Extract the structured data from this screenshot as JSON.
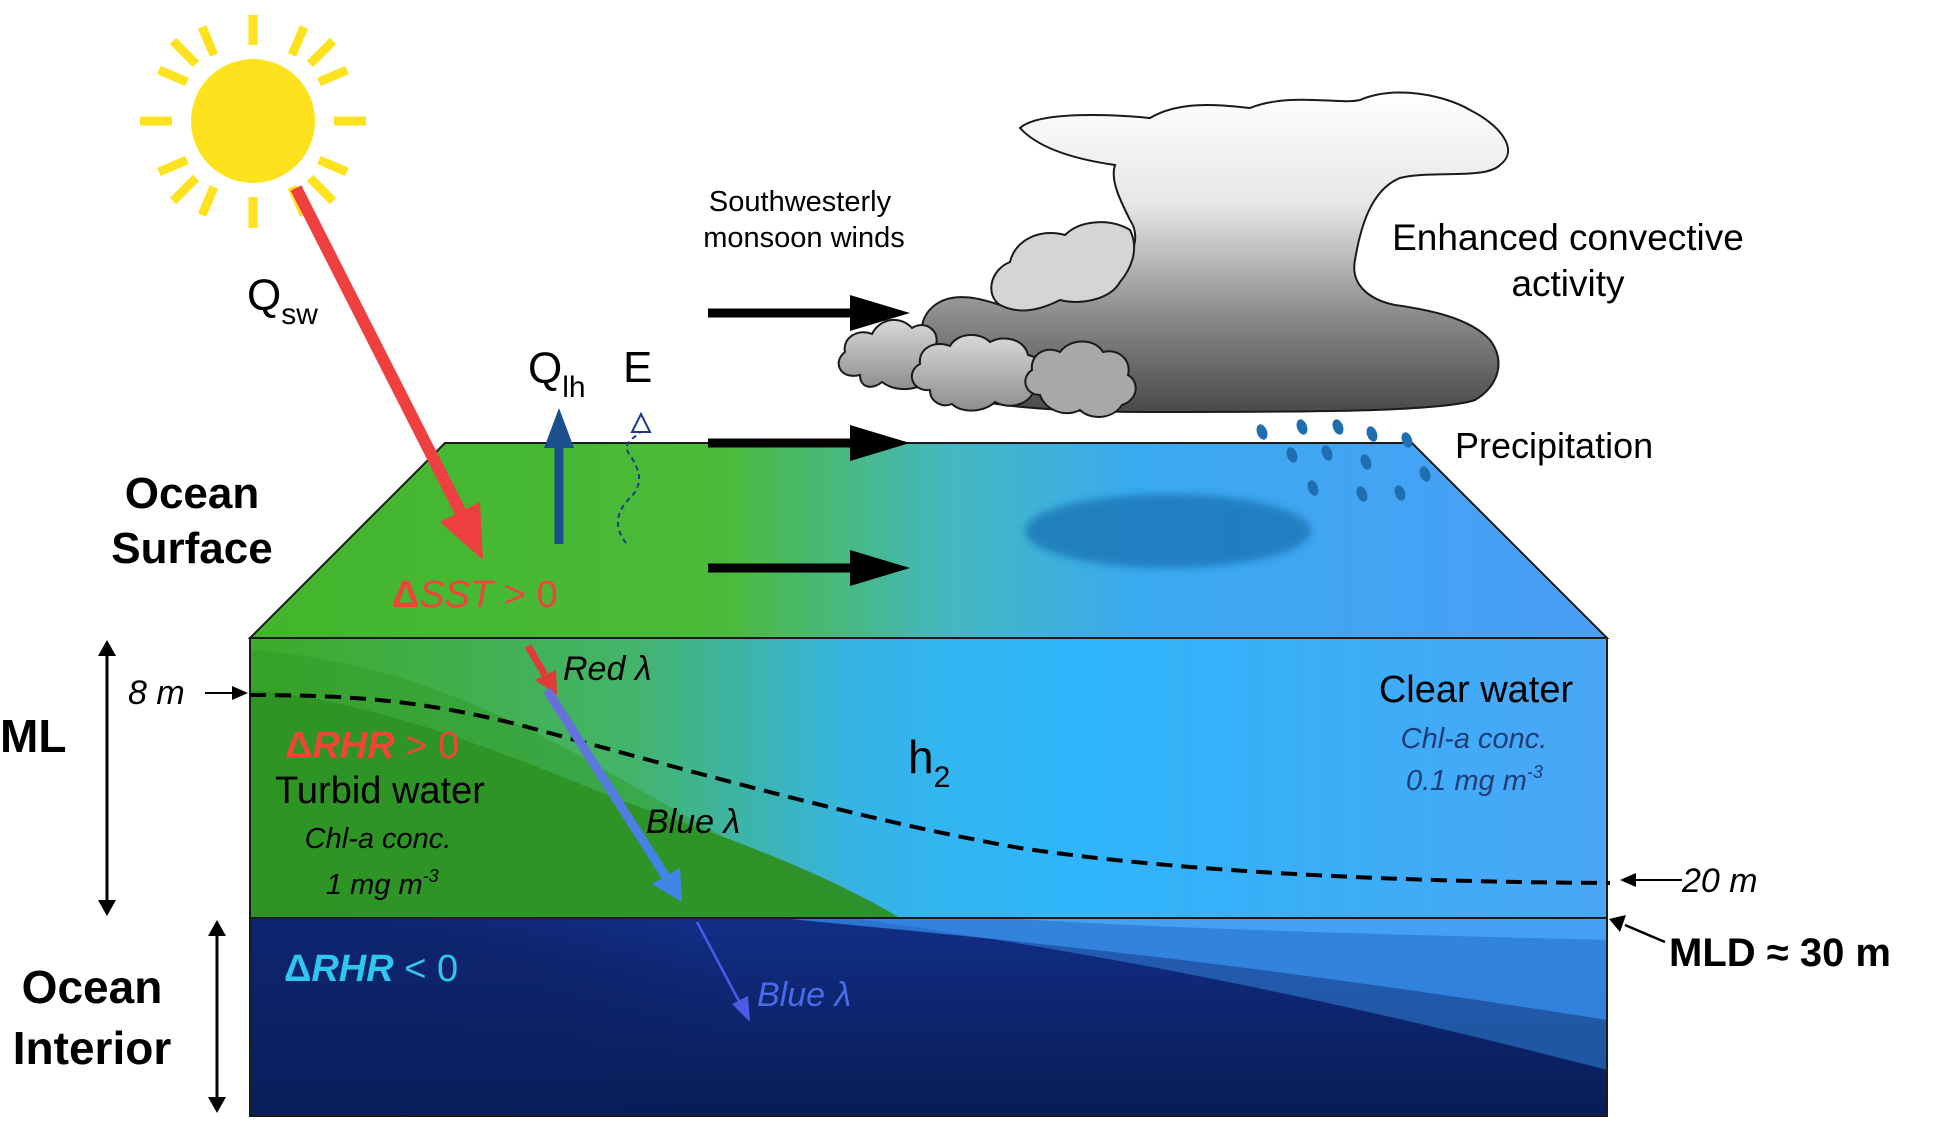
{
  "labels": {
    "qsw_main": "Q",
    "qsw_sub": "sw",
    "qlh_main": "Q",
    "qlh_sub": "lh",
    "evap": "E",
    "winds_line1": "Southwesterly",
    "winds_line2": "monsoon winds",
    "convective_line1": "Enhanced convective",
    "convective_line2": "activity",
    "precipitation": "Precipitation",
    "ocean_surface_line1": "Ocean",
    "ocean_surface_line2": "Surface",
    "delta_sst_sym": "Δ",
    "delta_sst_var": "SST",
    "delta_sst_rel": " > 0",
    "ml": "ML",
    "depth_8m": "8 m",
    "red_lambda": "Red λ",
    "delta_rhr_pos_sym": "Δ",
    "delta_rhr_pos_var": "RHR",
    "delta_rhr_pos_rel": " > 0",
    "turbid_water": "Turbid water",
    "turbid_chl_line1": "Chl-a conc.",
    "turbid_chl_line2": "1 mg m",
    "turbid_chl_exp": "-3",
    "blue_lambda_ml": "Blue λ",
    "h2_main": "h",
    "h2_sub": "2",
    "clear_water": "Clear water",
    "clear_chl_line1": "Chl-a conc.",
    "clear_chl_line2": "0.1 mg m",
    "clear_chl_exp": "-3",
    "depth_20m": "20 m",
    "mld": "MLD ≈ 30 m",
    "ocean_interior_line1": "Ocean",
    "ocean_interior_line2": "Interior",
    "delta_rhr_neg_sym": "Δ",
    "delta_rhr_neg_var": "RHR",
    "delta_rhr_neg_rel": " < 0",
    "blue_lambda_interior": "Blue λ"
  },
  "colors": {
    "sun": "#FFE21E",
    "sw_arrow": "#EE4040",
    "qlh_arrow": "#1B4F8E",
    "turbid_green": "#2E8B22",
    "surface_green": "#46B830",
    "clear_blue": "#3CA8F5",
    "interior_navy": "#0D2467",
    "delta_sst_text": "#F0443A",
    "delta_rhr_pos_text": "#F0443A",
    "delta_rhr_neg_text": "#2FC6F0",
    "blue_lambda_arrow": "#4A6BE8",
    "rain_drops": "#1F6FB0"
  },
  "icons": {
    "sun": "sun-icon",
    "cloud": "storm-cloud-icon",
    "rain": "rain-drops-icon"
  }
}
